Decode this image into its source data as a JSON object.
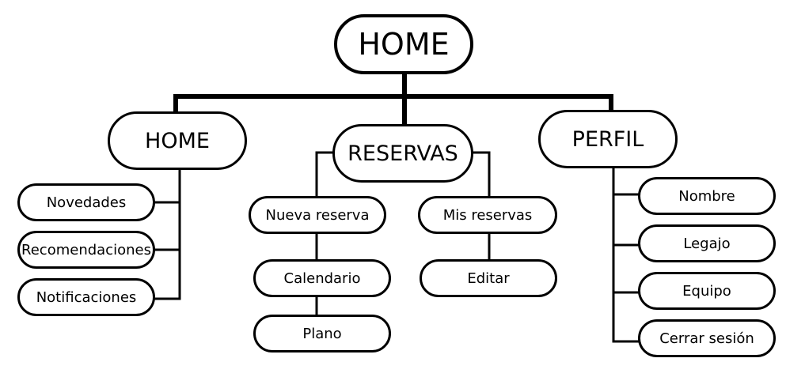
{
  "diagram": {
    "root": "HOME",
    "branches": {
      "home": {
        "label": "HOME",
        "children": [
          "Novedades",
          "Recomendaciones",
          "Notificaciones"
        ]
      },
      "reservas": {
        "label": "RESERVAS",
        "nueva_reserva": {
          "label": "Nueva reserva",
          "children": [
            "Calendario",
            "Plano"
          ]
        },
        "mis_reservas": {
          "label": "Mis reservas",
          "children": [
            "Editar"
          ]
        }
      },
      "perfil": {
        "label": "PERFIL",
        "children": [
          "Nombre",
          "Legajo",
          "Equipo",
          "Cerrar sesión"
        ]
      }
    }
  }
}
